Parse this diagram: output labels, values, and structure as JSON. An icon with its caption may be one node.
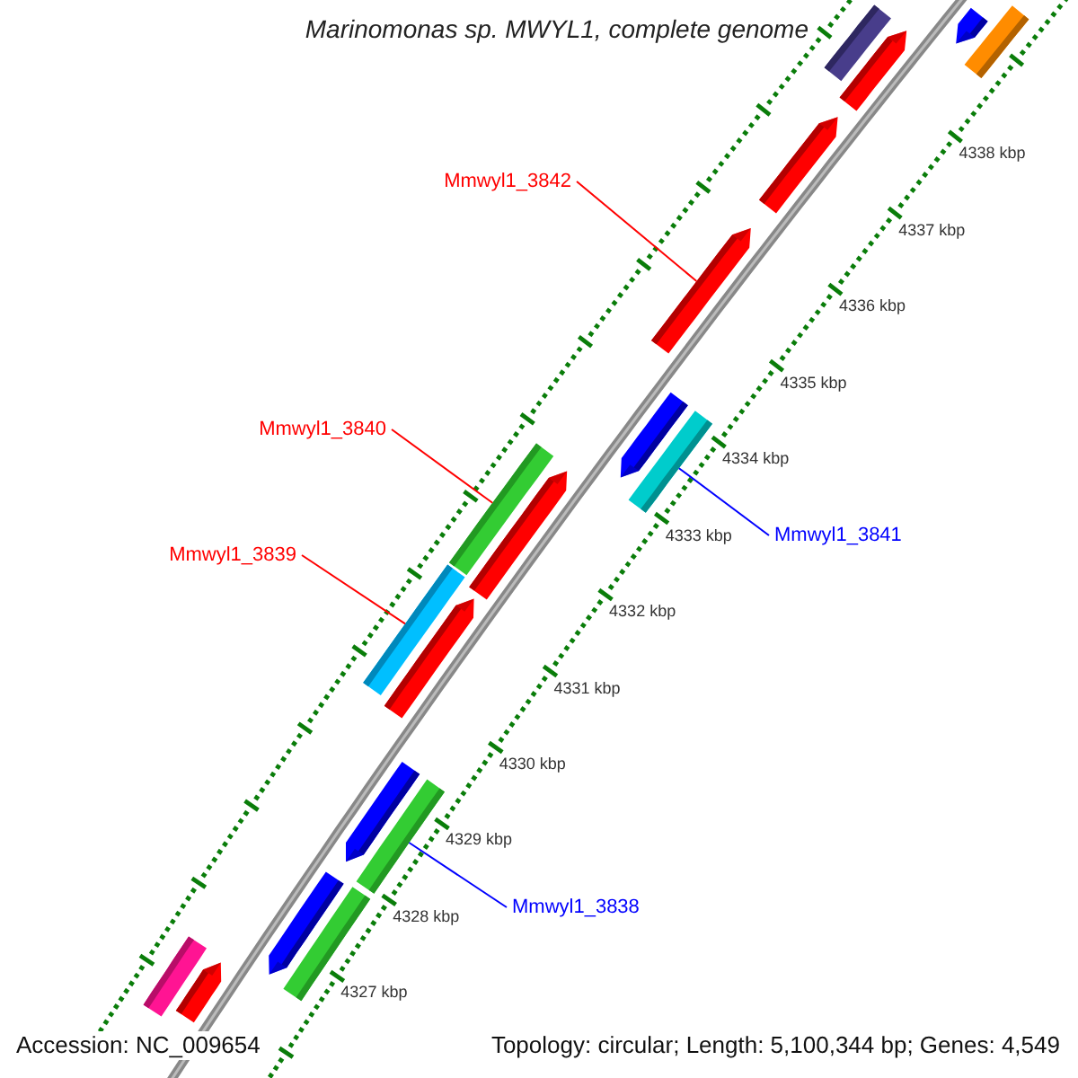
{
  "diagram": {
    "title": "Marinomonas sp. MWYL1, complete genome",
    "nodes": [
      {
        "text": [
          "Mmwyl1_3842"
        ]
      },
      {
        "text": [],
        "shape": "bar"
      },
      {
        "text": [
          "Mmwyl1_3840"
        ]
      },
      {
        "text": [],
        "shape": "bar"
      },
      {
        "text": [
          "Mmwyl1_3841"
        ]
      },
      {
        "text": [],
        "shape": "bar"
      },
      {
        "text": [
          "Mmwyl1_3839"
        ]
      },
      {
        "text": [],
        "shape": "bar"
      },
      {
        "text": [
          "Mmwyl1_3838"
        ]
      },
      {
        "text": [],
        "shape": "bar"
      },
      {
        "text": [],
        "shape": "bar"
      },
      {
        "text": [],
        "shape": "bar"
      },
      {
        "text": [],
        "shape": "bar"
      },
      {
        "text": [],
        "shape": "bar"
      },
      {
        "text": [],
        "shape": "bar"
      },
      {
        "text": [],
        "shape": "bar"
      },
      {
        "text": [],
        "shape": "bar"
      },
      {
        "text": [],
        "shape": "bar"
      },
      {
        "text": [],
        "shape": "bar"
      },
      {
        "text": [],
        "shape": "bar"
      },
      {
        "text": [],
        "shape": "bar"
      },
      {
        "text": [],
        "shape": "bar"
      },
      {
        "text": [],
        "shape": "bar"
      }
    ],
    "edges": [
      {
        "from": 0,
        "to": 1,
        "arrow": "none"
      },
      {
        "from": 2,
        "to": 3,
        "arrow": "none"
      },
      {
        "from": 4,
        "to": 5,
        "arrow": "none",
        "color": "#0000ff"
      },
      {
        "from": 6,
        "to": 7,
        "arrow": "none"
      },
      {
        "from": 8,
        "to": 9,
        "arrow": "none",
        "color": "#0000ff"
      }
    ],
    "labels": [
      "4338 kbp",
      "4337 kbp",
      "4336 kbp",
      "4335 kbp",
      "4334 kbp",
      "4333 kbp",
      "4332 kbp",
      "4331 kbp",
      "4330 kbp",
      "4329 kbp",
      "4328 kbp",
      "4327 kbp",
      "Accession: NC_009654",
      "Topology: circular; Length: 5,100,344 bp; Genes: 4,549"
    ]
  }
}
